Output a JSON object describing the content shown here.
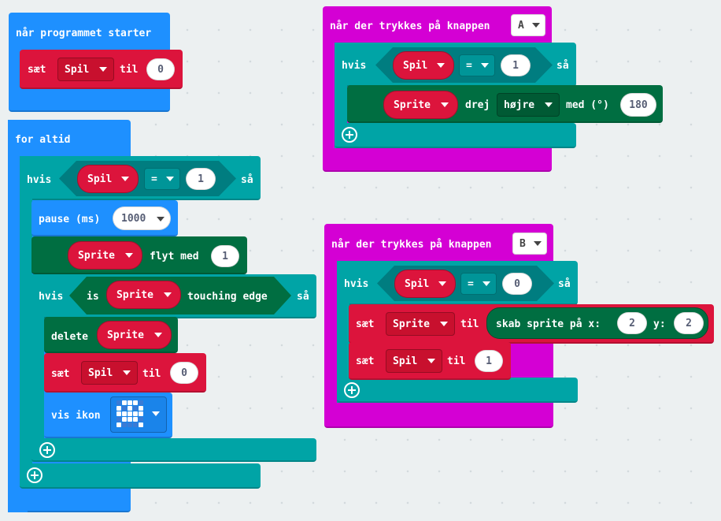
{
  "start_block": {
    "hat": "når programmet starter",
    "set_kw": "sæt",
    "var": "Spil",
    "to_kw": "til",
    "value": "0"
  },
  "forever_block": {
    "hat": "for altid",
    "if_kw": "hvis",
    "then_kw": "så",
    "cond": {
      "var": "Spil",
      "op": "=",
      "value": "1"
    },
    "pause": {
      "label": "pause (ms)",
      "value": "1000"
    },
    "move": {
      "sprite": "Sprite",
      "label": "flyt med",
      "value": "1"
    },
    "inner_if": {
      "if_kw": "hvis",
      "is_kw": "is",
      "sprite": "Sprite",
      "touching": "touching edge",
      "then_kw": "så"
    },
    "delete": {
      "label": "delete",
      "sprite": "Sprite"
    },
    "set": {
      "set_kw": "sæt",
      "var": "Spil",
      "to_kw": "til",
      "value": "0"
    },
    "show_icon": {
      "label": "vis ikon",
      "icon": "skull-icon"
    }
  },
  "button_a_block": {
    "hat": "når der trykkes på knappen",
    "button": "A",
    "if_kw": "hvis",
    "then_kw": "så",
    "cond": {
      "var": "Spil",
      "op": "=",
      "value": "1"
    },
    "turn": {
      "sprite": "Sprite",
      "label": "drej",
      "dir": "højre",
      "with_kw": "med (°)",
      "value": "180"
    }
  },
  "button_b_block": {
    "hat": "når der trykkes på knappen",
    "button": "B",
    "if_kw": "hvis",
    "then_kw": "så",
    "cond": {
      "var": "Spil",
      "op": "=",
      "value": "0"
    },
    "set_sprite": {
      "set_kw": "sæt",
      "var": "Sprite",
      "to_kw": "til",
      "create": "skab sprite på x:",
      "x": "2",
      "y_kw": "y:",
      "y": "2"
    },
    "set_game": {
      "set_kw": "sæt",
      "var": "Spil",
      "to_kw": "til",
      "value": "1"
    }
  },
  "colors": {
    "basic": "#1e90ff",
    "logic": "#00a4a6",
    "variables": "#dc143c",
    "sprites": "#006e41",
    "input": "#d400d4"
  }
}
